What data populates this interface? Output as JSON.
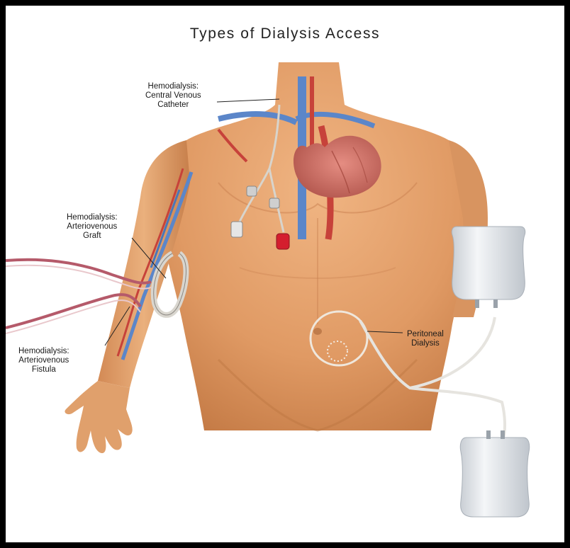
{
  "title": "Types of Dialysis Access",
  "labels": {
    "cvc": [
      "Hemodialysis:",
      "Central Venous",
      "Catheter"
    ],
    "graft": [
      "Hemodialysis:",
      "Arteriovenous",
      "Graft"
    ],
    "fistula": [
      "Hemodialysis:",
      "Arteriovenous",
      "Fistula"
    ],
    "peritoneal": [
      "Peritoneal",
      "Dialysis"
    ]
  },
  "colors": {
    "skin": "#e3a26d",
    "skin_shadow": "#c57c49",
    "vein": "#5b86c9",
    "artery": "#c7423a",
    "tubing": "#b55a6a",
    "bag": "#e4e8ec",
    "frame": "#000000"
  }
}
